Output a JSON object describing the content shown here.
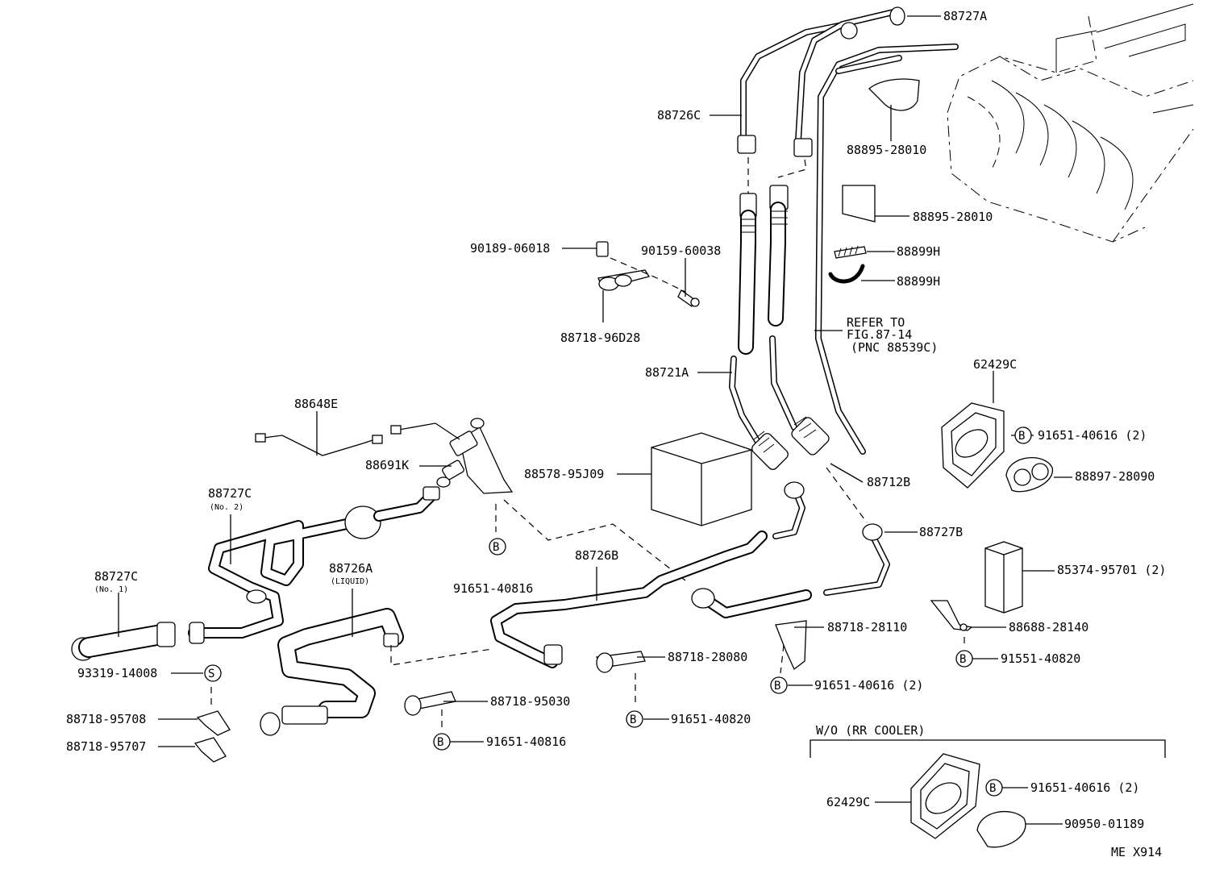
{
  "callouts": [
    {
      "id": "88727A",
      "text": "88727A"
    },
    {
      "id": "88726C",
      "text": "88726C"
    },
    {
      "id": "88895-28010-a",
      "text": "88895-28010"
    },
    {
      "id": "88895-28010-b",
      "text": "88895-28010"
    },
    {
      "id": "88899H-a",
      "text": "88899H"
    },
    {
      "id": "88899H-b",
      "text": "88899H"
    },
    {
      "id": "90189-06018",
      "text": "90189-06018"
    },
    {
      "id": "90159-60038",
      "text": "90159-60038"
    },
    {
      "id": "88718-96D28",
      "text": "88718-96D28"
    },
    {
      "id": "88721A",
      "text": "88721A"
    },
    {
      "id": "62429C-a",
      "text": "62429C"
    },
    {
      "id": "91651-40616-a",
      "text": "91651-40616 (2)"
    },
    {
      "id": "88897-28090",
      "text": "88897-28090"
    },
    {
      "id": "88712B",
      "text": "88712B"
    },
    {
      "id": "88648E",
      "text": "88648E"
    },
    {
      "id": "88691K",
      "text": "88691K"
    },
    {
      "id": "88578-95J09",
      "text": "88578-95J09"
    },
    {
      "id": "88727B",
      "text": "88727B"
    },
    {
      "id": "88727C-2",
      "text": "88727C"
    },
    {
      "id": "88726A",
      "text": "88726A"
    },
    {
      "id": "88726B",
      "text": "88726B"
    },
    {
      "id": "91651-40816-a",
      "text": "91651-40816"
    },
    {
      "id": "85374-95701",
      "text": "85374-95701 (2)"
    },
    {
      "id": "88727C-1",
      "text": "88727C"
    },
    {
      "id": "88718-28110",
      "text": "88718-28110"
    },
    {
      "id": "88688-28140",
      "text": "88688-28140"
    },
    {
      "id": "91551-40820",
      "text": "91551-40820"
    },
    {
      "id": "93319-14008",
      "text": "93319-14008"
    },
    {
      "id": "88718-28080",
      "text": "88718-28080"
    },
    {
      "id": "91651-40616-b",
      "text": "91651-40616 (2)"
    },
    {
      "id": "88718-95708",
      "text": "88718-95708"
    },
    {
      "id": "88718-95030",
      "text": "88718-95030"
    },
    {
      "id": "91651-40820",
      "text": "91651-40820"
    },
    {
      "id": "88718-95707",
      "text": "88718-95707"
    },
    {
      "id": "91651-40816-b",
      "text": "91651-40816"
    },
    {
      "id": "62429C-b",
      "text": "62429C"
    },
    {
      "id": "91651-40616-c",
      "text": "91651-40616 (2)"
    },
    {
      "id": "90950-01189",
      "text": "90950-01189"
    }
  ],
  "sublabels": {
    "no2": "(No. 2)",
    "no1": "(No. 1)",
    "liquid": "(LIQUID)"
  },
  "refer_note": [
    "REFER TO",
    "FIG.87-14",
    "(PNC 88539C)"
  ],
  "wo_section_title": "W/O  (RR COOLER)",
  "badges": {
    "b": "B",
    "s": "S"
  },
  "figure_code": "ME X914"
}
